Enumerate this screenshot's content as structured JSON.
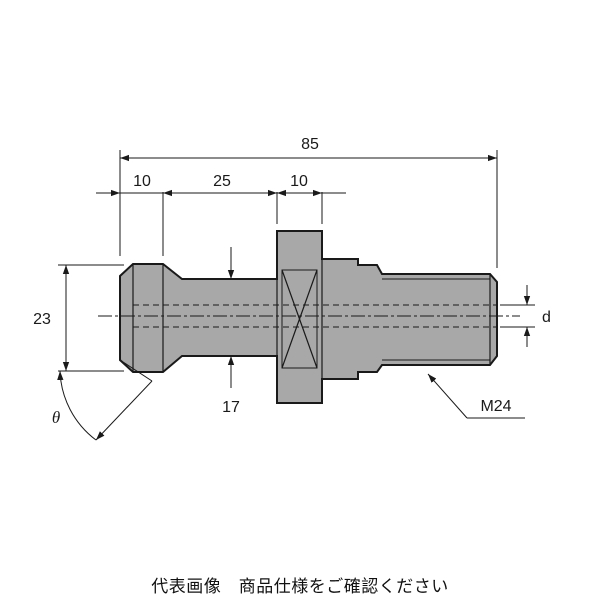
{
  "drawing": {
    "dimensions": {
      "overall_length": "85",
      "head_length": "10",
      "neck_length": "25",
      "collar_length": "10",
      "head_diameter": "23",
      "neck_diameter": "17",
      "bore_diameter": "d",
      "thread": "M24",
      "angle": "θ"
    },
    "colors": {
      "body_fill": "#a8a8a8",
      "outline": "#1a1a1a",
      "dim_line": "#1a1a1a",
      "hidden_line": "#1a1a1a"
    }
  },
  "caption": "代表画像　商品仕様をご確認ください"
}
